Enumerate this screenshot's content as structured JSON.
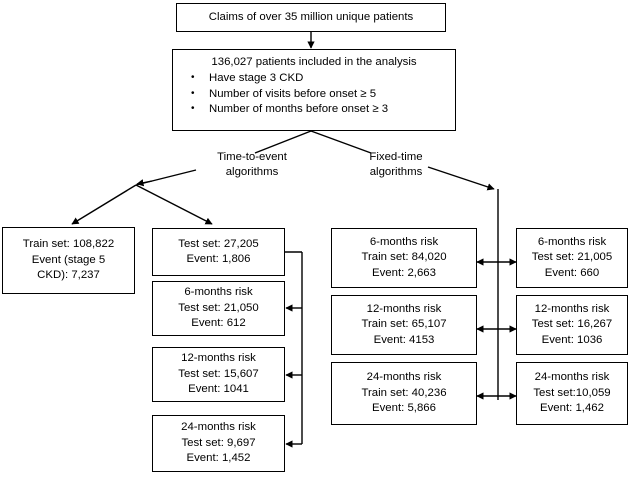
{
  "diagram": {
    "title": "CKD stage 5 prediction cohort flow diagram",
    "colors": {
      "box_border": "#000000",
      "box_fill": "#ffffff",
      "line": "#000000",
      "text": "#000000"
    },
    "nodes": {
      "source": {
        "label": "Claims of over 35 million unique patients"
      },
      "cohort": {
        "headline": "136,027 patients included in the analysis",
        "bullets": [
          "Have stage 3 CKD",
          "Number of visits before onset ≥ 5",
          "Number of months before onset ≥ 3"
        ]
      },
      "branch_time_to_event": {
        "line1": "Time-to-event",
        "line2": "algorithms"
      },
      "branch_fixed_time": {
        "line1": "Fixed-time",
        "line2": "algorithms"
      },
      "tte_train": {
        "lines": [
          "Train set: 108,822",
          "Event (stage 5",
          "CKD): 7,237"
        ]
      },
      "tte_test": {
        "lines": [
          "Test set: 27,205",
          "Event: 1,806"
        ]
      },
      "tte_risk_6": {
        "lines": [
          "6-months risk",
          "Test set: 21,050",
          "Event: 612"
        ]
      },
      "tte_risk_12": {
        "lines": [
          "12-months risk",
          "Test set: 15,607",
          "Event: 1041"
        ]
      },
      "tte_risk_24": {
        "lines": [
          "24-months risk",
          "Test set: 9,697",
          "Event: 1,452"
        ]
      },
      "ft_train_6": {
        "lines": [
          "6-months risk",
          "Train set: 84,020",
          "Event: 2,663"
        ]
      },
      "ft_train_12": {
        "lines": [
          "12-months risk",
          "Train set: 65,107",
          "Event: 4153"
        ]
      },
      "ft_train_24": {
        "lines": [
          "24-months risk",
          "Train set: 40,236",
          "Event: 5,866"
        ]
      },
      "ft_test_6": {
        "lines": [
          "6-months risk",
          "Test set: 21,005",
          "Event: 660"
        ]
      },
      "ft_test_12": {
        "lines": [
          "12-months risk",
          "Test set: 16,267",
          "Event: 1036"
        ]
      },
      "ft_test_24": {
        "lines": [
          "24-months risk",
          "Test set:10,059",
          "Event: 1,462"
        ]
      }
    }
  }
}
